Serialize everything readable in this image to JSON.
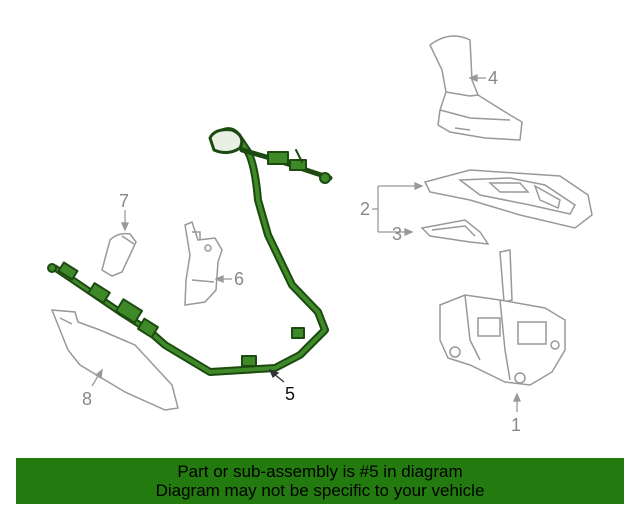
{
  "callouts": {
    "c1": "1",
    "c2": "2",
    "c3": "3",
    "c4": "4",
    "c5": "5",
    "c6": "6",
    "c7": "7",
    "c8": "8"
  },
  "highlight_part": "5",
  "banner": {
    "line1": "Part or sub-assembly is #5 in diagram",
    "line2": "Diagram may not be specific to your vehicle"
  },
  "colors": {
    "cable_highlight": "#2f6e1c",
    "banner_bg": "#237a0e",
    "part_outline": "#999999"
  }
}
